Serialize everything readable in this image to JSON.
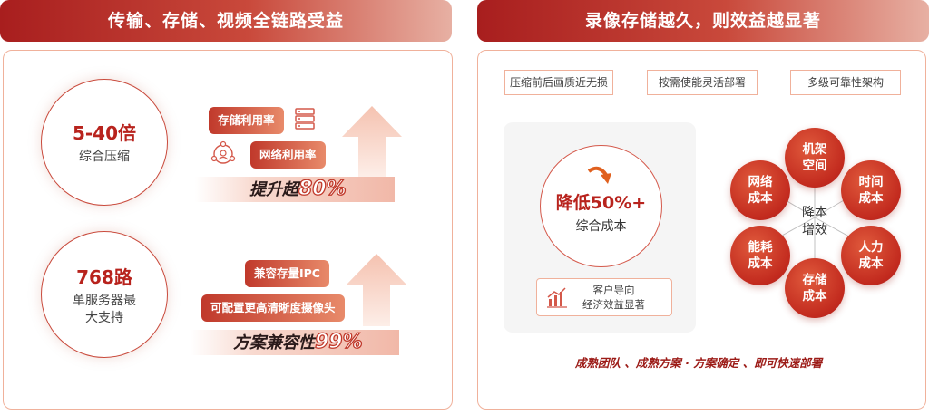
{
  "left": {
    "header": "传输、存储、视频全链路受益",
    "compress": {
      "value": "5-40倍",
      "label": "综合压缩"
    },
    "route": {
      "value": "768路",
      "label1": "单服务器最",
      "label2": "大支持"
    },
    "tags1": {
      "storage": "存储利用率",
      "network": "网络利用率"
    },
    "promote": {
      "text": "提升超",
      "pct": "80%"
    },
    "tags2": {
      "compat": "兼容存量IPC",
      "hd": "可配置更高清晰度摄像头"
    },
    "compat": {
      "text": "方案兼容性",
      "pct": "99%"
    }
  },
  "right": {
    "header": "录像存储越久，则效益越显著",
    "features": [
      "压缩前后画质近无损",
      "按需使能灵活部署",
      "多级可靠性架构"
    ],
    "cost": {
      "title": "降低50%+",
      "label": "综合成本"
    },
    "customer": {
      "line1": "客户导向",
      "line2": "经济效益显著"
    },
    "center": {
      "line1": "降本",
      "line2": "增效"
    },
    "nodes": {
      "rack": [
        "机架",
        "空间"
      ],
      "time": [
        "时间",
        "成本"
      ],
      "labor": [
        "人力",
        "成本"
      ],
      "storage": [
        "存储",
        "成本"
      ],
      "energy": [
        "能耗",
        "成本"
      ],
      "network": [
        "网络",
        "成本"
      ]
    },
    "footer": "成熟团队 、成熟方案 · 方案确定 、即可快速部署"
  },
  "colors": {
    "primary": "#b8231d",
    "accent": "#c0392b",
    "border": "#f0b19b"
  }
}
